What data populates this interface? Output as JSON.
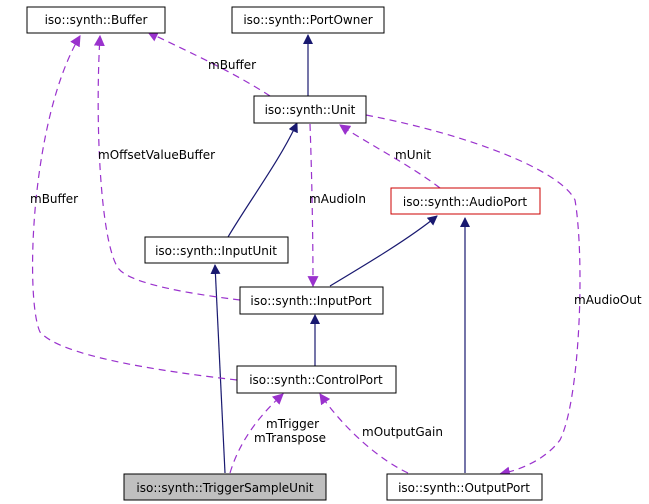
{
  "nodes": {
    "buffer": "iso::synth::Buffer",
    "port_owner": "iso::synth::PortOwner",
    "unit": "iso::synth::Unit",
    "audio_port": "iso::synth::AudioPort",
    "input_unit": "iso::synth::InputUnit",
    "input_port": "iso::synth::InputPort",
    "control_port": "iso::synth::ControlPort",
    "trigger_sample_unit": "iso::synth::TriggerSampleUnit",
    "output_port": "iso::synth::OutputPort"
  },
  "edge_labels": {
    "m_buffer_unit": "mBuffer",
    "m_offset_value_buffer": "mOffsetValueBuffer",
    "m_buffer_control": "mBuffer",
    "m_unit": "mUnit",
    "m_audio_in": "mAudioIn",
    "m_audio_out": "mAudioOut",
    "m_trigger": "mTrigger",
    "m_transpose": "mTranspose",
    "m_output_gain": "mOutputGain"
  },
  "colors": {
    "inheritance_edge": "#191970",
    "usage_edge": "#9a32cd",
    "highlight_border": "#cc0000",
    "selected_fill": "#bfbfbf",
    "node_border": "#000000"
  }
}
